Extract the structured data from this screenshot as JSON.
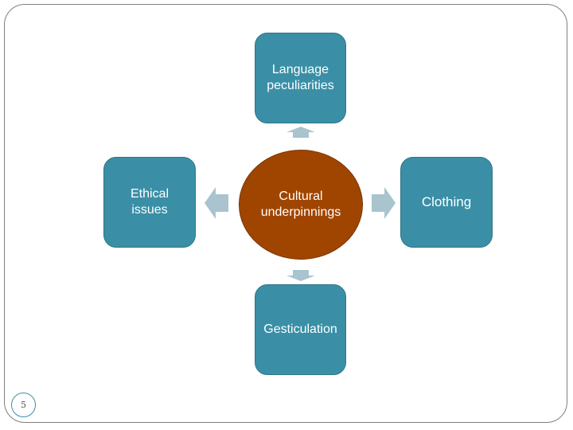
{
  "slide": {
    "page_number": "5"
  },
  "diagram": {
    "center": {
      "line1": "Cultural",
      "line2": "underpinnings",
      "color": "#a04500"
    },
    "nodes": {
      "top": {
        "line1": "Language",
        "line2": "peculiarities"
      },
      "left": {
        "line1": "Ethical",
        "line2": "issues"
      },
      "right": {
        "label": "Clothing"
      },
      "bottom": {
        "label": "Gesticulation"
      }
    },
    "node_color": "#3a8fa6",
    "arrow_color": "#a9c3cf"
  }
}
